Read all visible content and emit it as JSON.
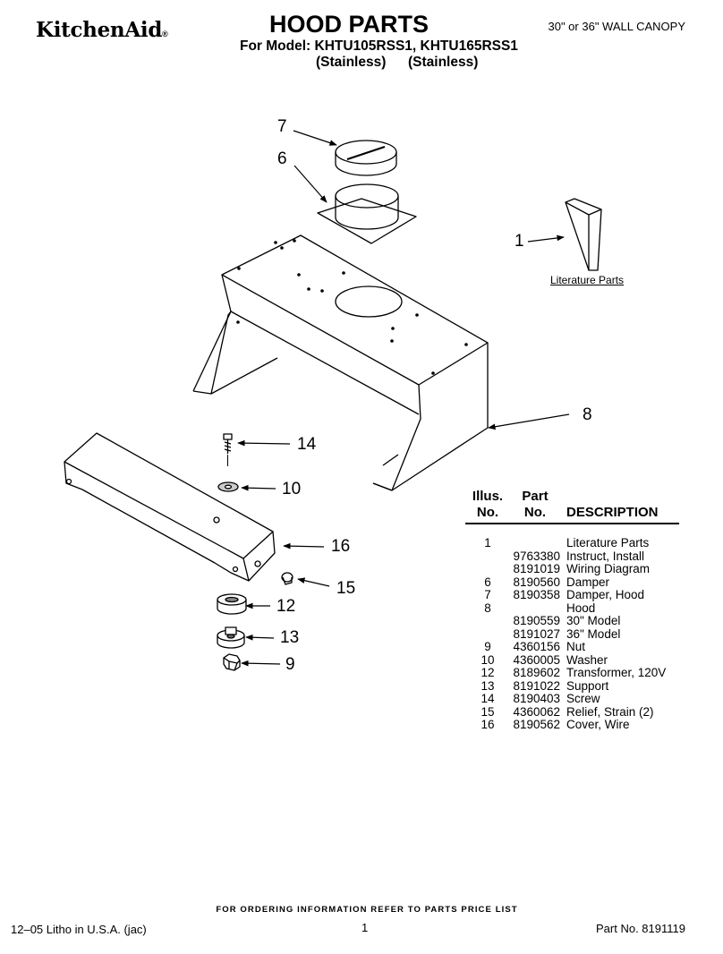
{
  "header": {
    "brand": "KitchenAid",
    "brand_mark": "®",
    "title": "HOOD PARTS",
    "model_line": "For Model: KHTU105RSS1, KHTU165RSS1",
    "model_finish_1": "(Stainless)",
    "model_finish_2": "(Stainless)",
    "variant": "30\" or 36\" WALL CANOPY"
  },
  "diagram": {
    "callouts": [
      "7",
      "6",
      "1",
      "8",
      "14",
      "10",
      "16",
      "15",
      "12",
      "13",
      "9"
    ],
    "literature_label": "Literature Parts"
  },
  "parts_table": {
    "headers": {
      "illus_top": "Illus.",
      "illus_bottom": "No.",
      "part_top": "Part",
      "part_bottom": "No.",
      "description": "DESCRIPTION"
    },
    "rows": [
      {
        "illus": "1",
        "part": "",
        "desc": "Literature Parts"
      },
      {
        "illus": "",
        "part": "9763380",
        "desc": "Instruct, Install"
      },
      {
        "illus": "",
        "part": "8191019",
        "desc": "Wiring Diagram"
      },
      {
        "illus": "6",
        "part": "8190560",
        "desc": "Damper"
      },
      {
        "illus": "7",
        "part": "8190358",
        "desc": "Damper, Hood"
      },
      {
        "illus": "8",
        "part": "",
        "desc": "Hood"
      },
      {
        "illus": "",
        "part": "8190559",
        "desc": "30\" Model"
      },
      {
        "illus": "",
        "part": "8191027",
        "desc": "36\" Model"
      },
      {
        "illus": "9",
        "part": "4360156",
        "desc": "Nut"
      },
      {
        "illus": "10",
        "part": "4360005",
        "desc": "Washer"
      },
      {
        "illus": "12",
        "part": "8189602",
        "desc": "Transformer, 120V"
      },
      {
        "illus": "13",
        "part": "8191022",
        "desc": "Support"
      },
      {
        "illus": "14",
        "part": "8190403",
        "desc": "Screw"
      },
      {
        "illus": "15",
        "part": "4360062",
        "desc": "Relief, Strain (2)"
      },
      {
        "illus": "16",
        "part": "8190562",
        "desc": "Cover, Wire"
      }
    ]
  },
  "footer": {
    "ordering_note": "FOR ORDERING INFORMATION REFER TO PARTS PRICE LIST",
    "litho": "12–05 Litho in U.S.A. (jac)",
    "page": "1",
    "part_number": "Part No. 8191119"
  }
}
